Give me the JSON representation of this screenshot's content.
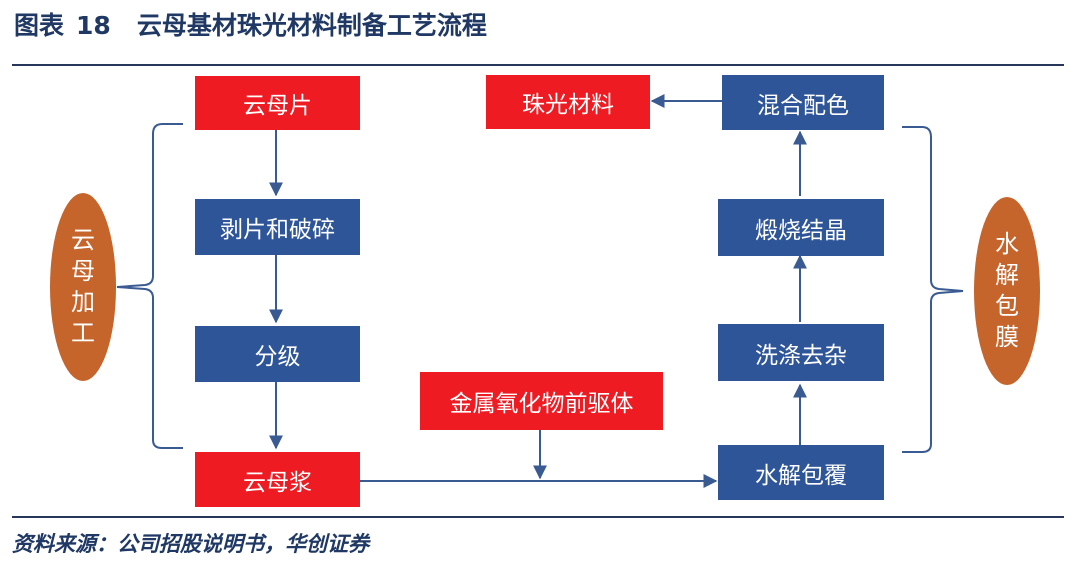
{
  "header": {
    "figure_label": "图表",
    "figure_number": "18",
    "title": "云母基材珠光材料制备工艺流程"
  },
  "source": "资料来源：公司招股说明书，华创证券",
  "colors": {
    "red_box": "#ee1b23",
    "blue_box": "#2e5597",
    "oval": "#c5642b",
    "line": "#3a5a92",
    "header_text": "#1f3864"
  },
  "nodes": {
    "mica_flake": "云母片",
    "peel_crush": "剥片和破碎",
    "classify": "分级",
    "mica_slurry": "云母浆",
    "precursor": "金属氧化物前驱体",
    "hydrolysis_coat": "水解包覆",
    "wash": "洗涤去杂",
    "calcine": "煅烧结晶",
    "mix_color": "混合配色",
    "pearl_material": "珠光材料"
  },
  "groups": {
    "mica_processing": [
      "云",
      "母",
      "加",
      "工"
    ],
    "hydrolysis_coating": [
      "水",
      "解",
      "包",
      "膜"
    ]
  }
}
